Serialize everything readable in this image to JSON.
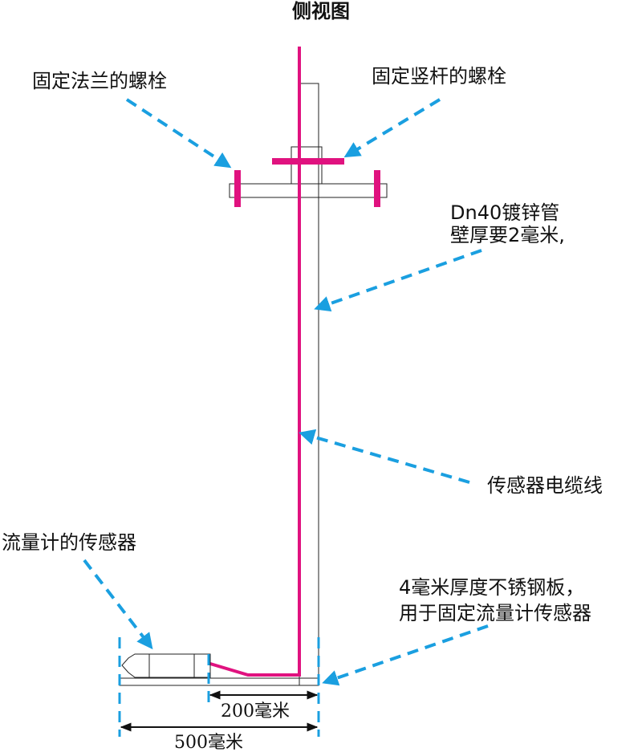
{
  "title": "侧视图",
  "labels": {
    "flange_bolt": "固定法兰的螺栓",
    "pole_bolt": "固定竖杆的螺栓",
    "pipe_line1": "Dn40镀锌管",
    "pipe_line2": "壁厚要2毫米,",
    "cable": "传感器电缆线",
    "sensor": "流量计的传感器",
    "plate_line1": "4毫米厚度不锈钢板，",
    "plate_line2": "用于固定流量计传感器"
  },
  "dimensions": {
    "inner": "200毫米",
    "outer": "500毫米"
  },
  "colors": {
    "cable": "#e0127f",
    "leader": "#1a9fe0",
    "outline": "#222222"
  }
}
